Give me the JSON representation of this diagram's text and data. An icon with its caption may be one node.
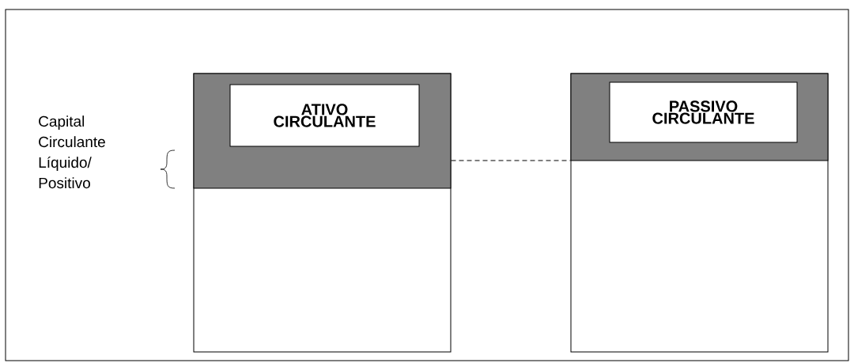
{
  "diagram": {
    "nodes": [
      {
        "text": [],
        "shape": "box"
      },
      {
        "text": [],
        "shape": "box",
        "in": 0
      },
      {
        "text": [
          "ATIVO CIRCULANTE"
        ],
        "in": 1
      },
      {
        "text": [],
        "shape": "box"
      },
      {
        "text": [],
        "shape": "box",
        "in": 3
      },
      {
        "text": [
          "PASSIVO CIRCULANTE"
        ],
        "in": 4
      }
    ],
    "edges": [
      {
        "from": 0,
        "to": 3,
        "arrow": "none",
        "style": "dashed"
      }
    ],
    "labels": [
      "Capital Circulante Líquido/ Positivo"
    ]
  }
}
